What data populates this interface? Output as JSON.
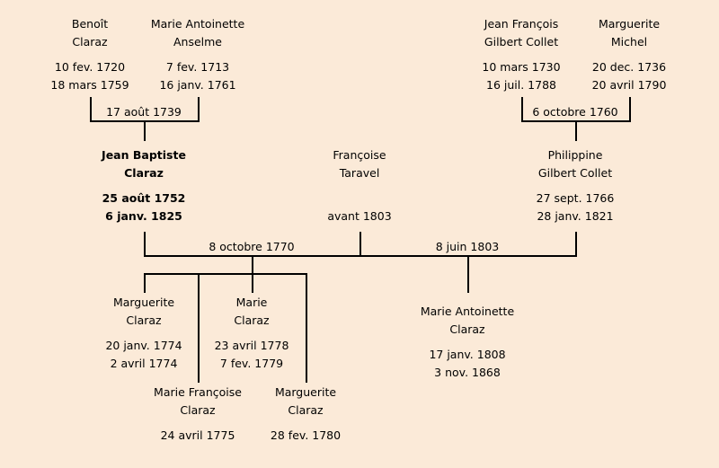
{
  "people": {
    "benoit": {
      "first": "Benoît",
      "last": "Claraz",
      "birth": "10 fev. 1720",
      "death": "18 mars 1759"
    },
    "ma_anselme": {
      "first": "Marie Antoinette",
      "last": "Anselme",
      "birth": "7 fev. 1713",
      "death": "16 janv. 1761"
    },
    "jf_collet": {
      "first": "Jean François",
      "last": "Gilbert Collet",
      "birth": "10 mars 1730",
      "death": "16 juil. 1788"
    },
    "m_michel": {
      "first": "Marguerite",
      "last": "Michel",
      "birth": "20 dec. 1736",
      "death": "20 avril 1790"
    },
    "jean_baptiste": {
      "first": "Jean Baptiste",
      "last": "Claraz",
      "birth": "25 août 1752",
      "death": "6 janv. 1825"
    },
    "francoise": {
      "first": "Françoise",
      "last": "Taravel",
      "death": "avant 1803"
    },
    "philippine": {
      "first": "Philippine",
      "last": "Gilbert Collet",
      "birth": "27 sept. 1766",
      "death": "28 janv. 1821"
    },
    "marguerite1": {
      "first": "Marguerite",
      "last": "Claraz",
      "birth": "20 janv. 1774",
      "death": "2 avril 1774"
    },
    "marie_francoise": {
      "first": "Marie Françoise",
      "last": "Claraz",
      "birth": "24 avril 1775"
    },
    "marie": {
      "first": "Marie",
      "last": "Claraz",
      "birth": "23 avril 1778",
      "death": "7 fev. 1779"
    },
    "marguerite2": {
      "first": "Marguerite",
      "last": "Claraz",
      "birth": "28 fev. 1780"
    },
    "ma_claraz": {
      "first": "Marie Antoinette",
      "last": "Claraz",
      "birth": "17 janv. 1808",
      "death": "3 nov. 1868"
    }
  },
  "marriages": {
    "claraz_anselme": "17 août 1739",
    "collet_michel": "6 octobre 1760",
    "jb_francoise": "8 octobre 1770",
    "jb_philippine": "8 juin 1803"
  }
}
